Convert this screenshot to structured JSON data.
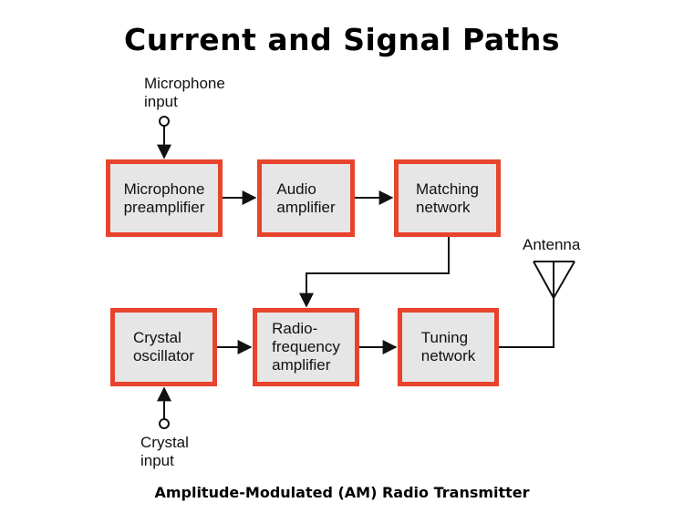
{
  "title": "Current and Signal Paths",
  "caption": "Amplitude-Modulated (AM) Radio Transmitter",
  "labels": {
    "microphone_input": "Microphone\ninput",
    "crystal_input": "Crystal\ninput",
    "antenna": "Antenna"
  },
  "blocks": {
    "mic_preamp": "Microphone\npreamplifier",
    "audio_amp": "Audio\namplifier",
    "matching": "Matching\nnetwork",
    "crystal_osc": "Crystal\noscillator",
    "rf_amp": "Radio-\nfrequency\namplifier",
    "tuning": "Tuning\nnetwork"
  },
  "colors": {
    "block_border": "#e8432c",
    "block_fill": "#e6e6e6",
    "line": "#111111"
  }
}
